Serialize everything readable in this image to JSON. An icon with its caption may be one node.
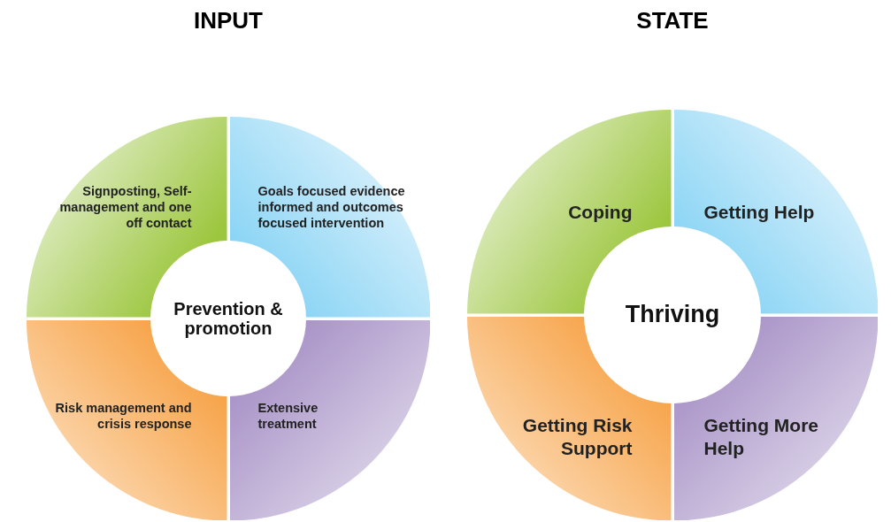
{
  "diagram": {
    "nodes": [
      {
        "text": [
          "INPUT"
        ]
      },
      {
        "text": [
          "Signposting, Self-management and one off contact"
        ],
        "in": 0
      },
      {
        "text": [
          "Goals focused evidence informed and outcomes focused intervention"
        ],
        "in": 0
      },
      {
        "text": [
          "Risk management and crisis response"
        ],
        "in": 0
      },
      {
        "text": [
          "Extensive treatment"
        ],
        "in": 0
      },
      {
        "text": [
          "Prevention & promotion"
        ],
        "in": 0
      },
      {
        "text": [
          "STATE"
        ]
      },
      {
        "text": [
          "Coping"
        ],
        "in": 6
      },
      {
        "text": [
          "Getting Help"
        ],
        "in": 6
      },
      {
        "text": [
          "Getting Risk Support"
        ],
        "in": 6
      },
      {
        "text": [
          "Getting More Help"
        ],
        "in": 6
      },
      {
        "text": [
          "Thriving"
        ],
        "in": 6
      }
    ]
  }
}
